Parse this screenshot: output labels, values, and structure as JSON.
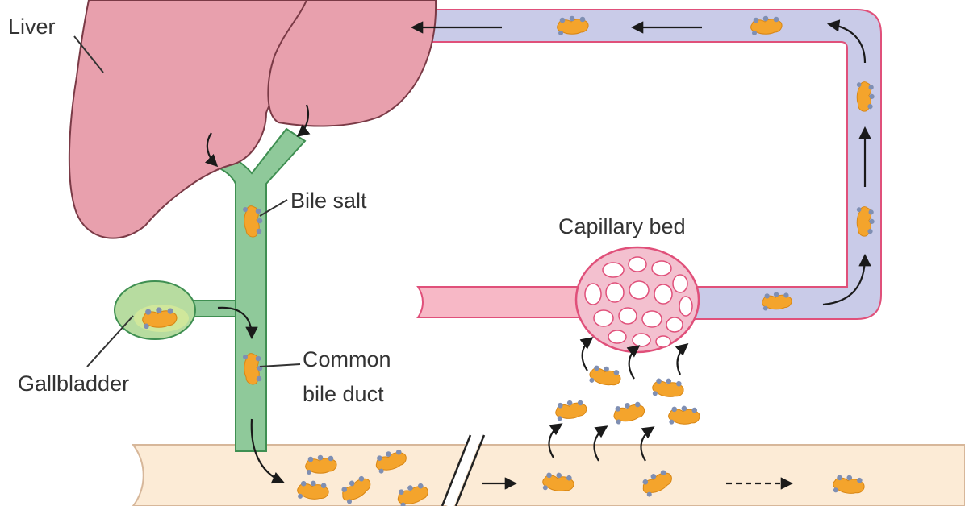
{
  "labels": {
    "liver": "Liver",
    "bile_salt": "Bile salt",
    "capillary_bed": "Capillary bed",
    "common_bile_duct_line1": "Common",
    "common_bile_duct_line2": "bile duct",
    "gallbladder": "Gallbladder"
  },
  "colors": {
    "liver_fill": "#e8a0ad",
    "liver_stroke": "#7a3a46",
    "duct_fill": "#8fc99a",
    "duct_stroke": "#3f8f52",
    "gallbladder_fill": "#b7dca0",
    "intestine_fill": "#fcebd6",
    "intestine_stroke": "#d7b79a",
    "artery_fill": "#f7b8c6",
    "vein_fill": "#c9cbe8",
    "vessel_stroke": "#e0507a",
    "bile_salt_body": "#f4a42c",
    "bile_salt_head": "#7f8fb3",
    "arrow": "#1a1a1a"
  },
  "icons": {
    "bile_salt": "bile-salt-molecule-icon",
    "flow_arrow": "flow-arrow-icon",
    "break_mark": "break-mark-icon"
  }
}
